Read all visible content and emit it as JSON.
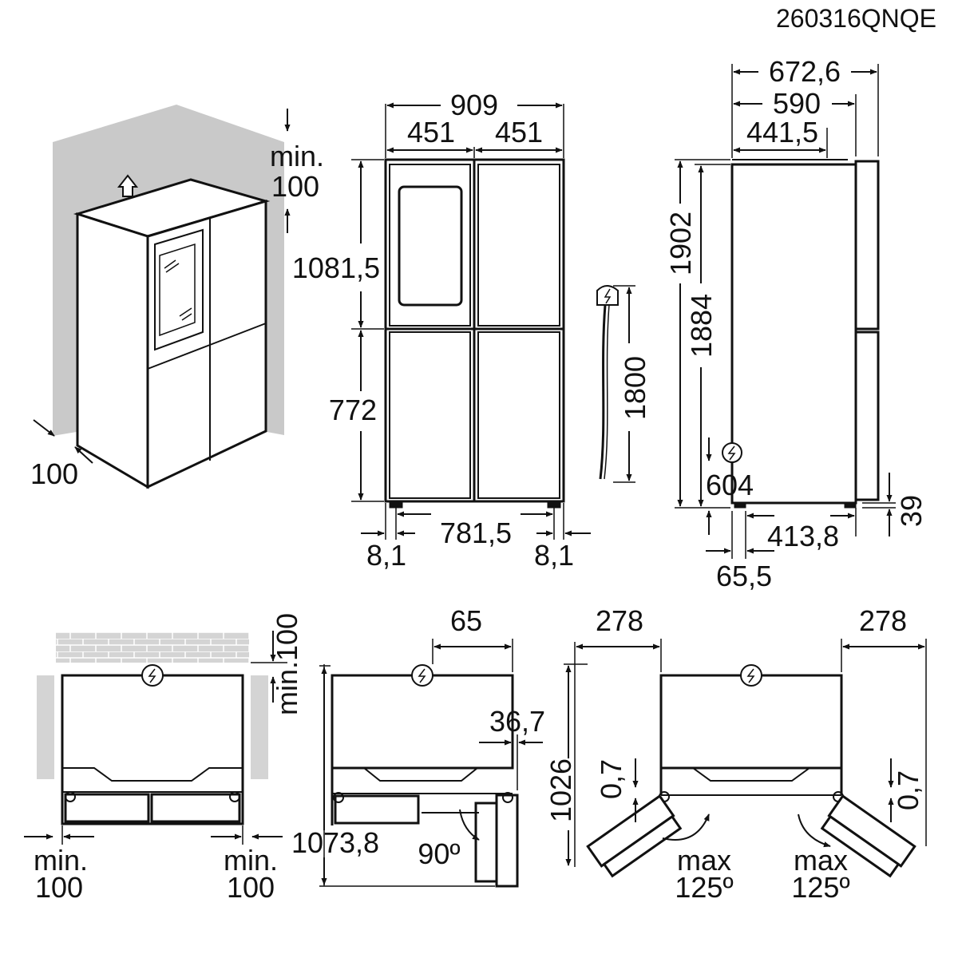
{
  "drawing_code": "260316QNQE",
  "views": {
    "perspective": {
      "clearance_top": [
        "min.",
        "100"
      ],
      "clearance_side": "100"
    },
    "front": {
      "total_width": "909",
      "door_width_left": "451",
      "door_width_right": "451",
      "upper_door_height": "1081,5",
      "lower_door_height": "772",
      "foot_span": "781,5",
      "foot_offset_left": "8,1",
      "foot_offset_right": "8,1"
    },
    "cable": {
      "length": "1800"
    },
    "side": {
      "depth_total": "672,6",
      "depth_cabinet": "590",
      "depth_top": "441,5",
      "height_total": "1902",
      "height_cabinet": "1884",
      "socket_height": "604",
      "foot_depth": "413,8",
      "foot_offset": "65,5",
      "foot_height": "39"
    },
    "top_clearance": {
      "rear": "min.100",
      "side_left": [
        "min.",
        "100"
      ],
      "side_right": [
        "min.",
        "100"
      ]
    },
    "top_door_open_90": {
      "offset_back": "65",
      "offset_side": "36,7",
      "depth_open": "1073,8",
      "angle": "90º"
    },
    "top_door_open_max": {
      "door_left_depth": "278",
      "door_right_depth": "278",
      "depth_open": "1026",
      "gap_left": "0,7",
      "gap_right": "0,7",
      "angle_left": [
        "max",
        "125º"
      ],
      "angle_right": [
        "max",
        "125º"
      ]
    }
  }
}
